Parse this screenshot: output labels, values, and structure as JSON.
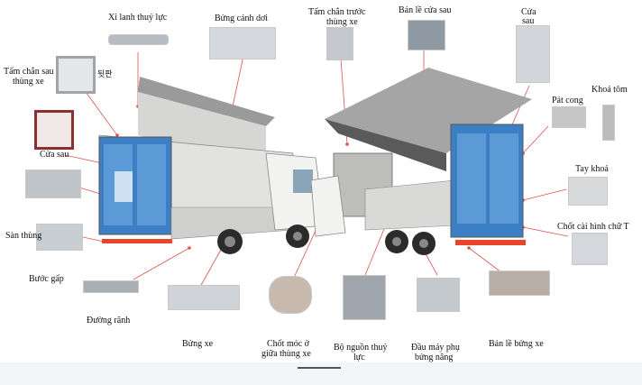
{
  "labels": {
    "xi_lanh": "Xi lanh thuỷ lực",
    "bung_canh_doi": "Bửng cánh dơi",
    "tam_chan_truoc": "Tấm chắn trước",
    "thung_xe": "thùng xe",
    "ban_le_cua_sau": "Bản lề cửa sau",
    "cua": "Cửa",
    "sau": "sau",
    "tam_chan_sau_1": "Tấm chắn sau",
    "tam_chan_sau_2": "thùng xe",
    "korean": "뒷판",
    "khoa_tom": "Khoá tôm",
    "pat_cong": "Pát cong",
    "cua_sau": "Cửa sau",
    "tay_khoa": "Tay khoá",
    "san_thung": "Sàn thùng",
    "chot_cai": "Chốt cài hình chữ T",
    "buoc_gap": "Bước gấp",
    "duong_ranh": "Đường rãnh",
    "bung_xe": "Bửng xe",
    "chot_moc_1": "Chốt móc ở",
    "chot_moc_2": "giữa thùng xe",
    "bo_nguon_1": "Bộ nguồn thuỷ",
    "bo_nguon_2": "lực",
    "dau_may_1": "Đầu máy phụ",
    "dau_may_2": "bửng nâng",
    "ban_le_bung": "Bản lề bửng xe"
  },
  "colors": {
    "leader": "#d9534f",
    "truck_body": "#d8d8d6",
    "door_blue": "#3d7fc4",
    "tail_stripe": "#e8452c"
  }
}
